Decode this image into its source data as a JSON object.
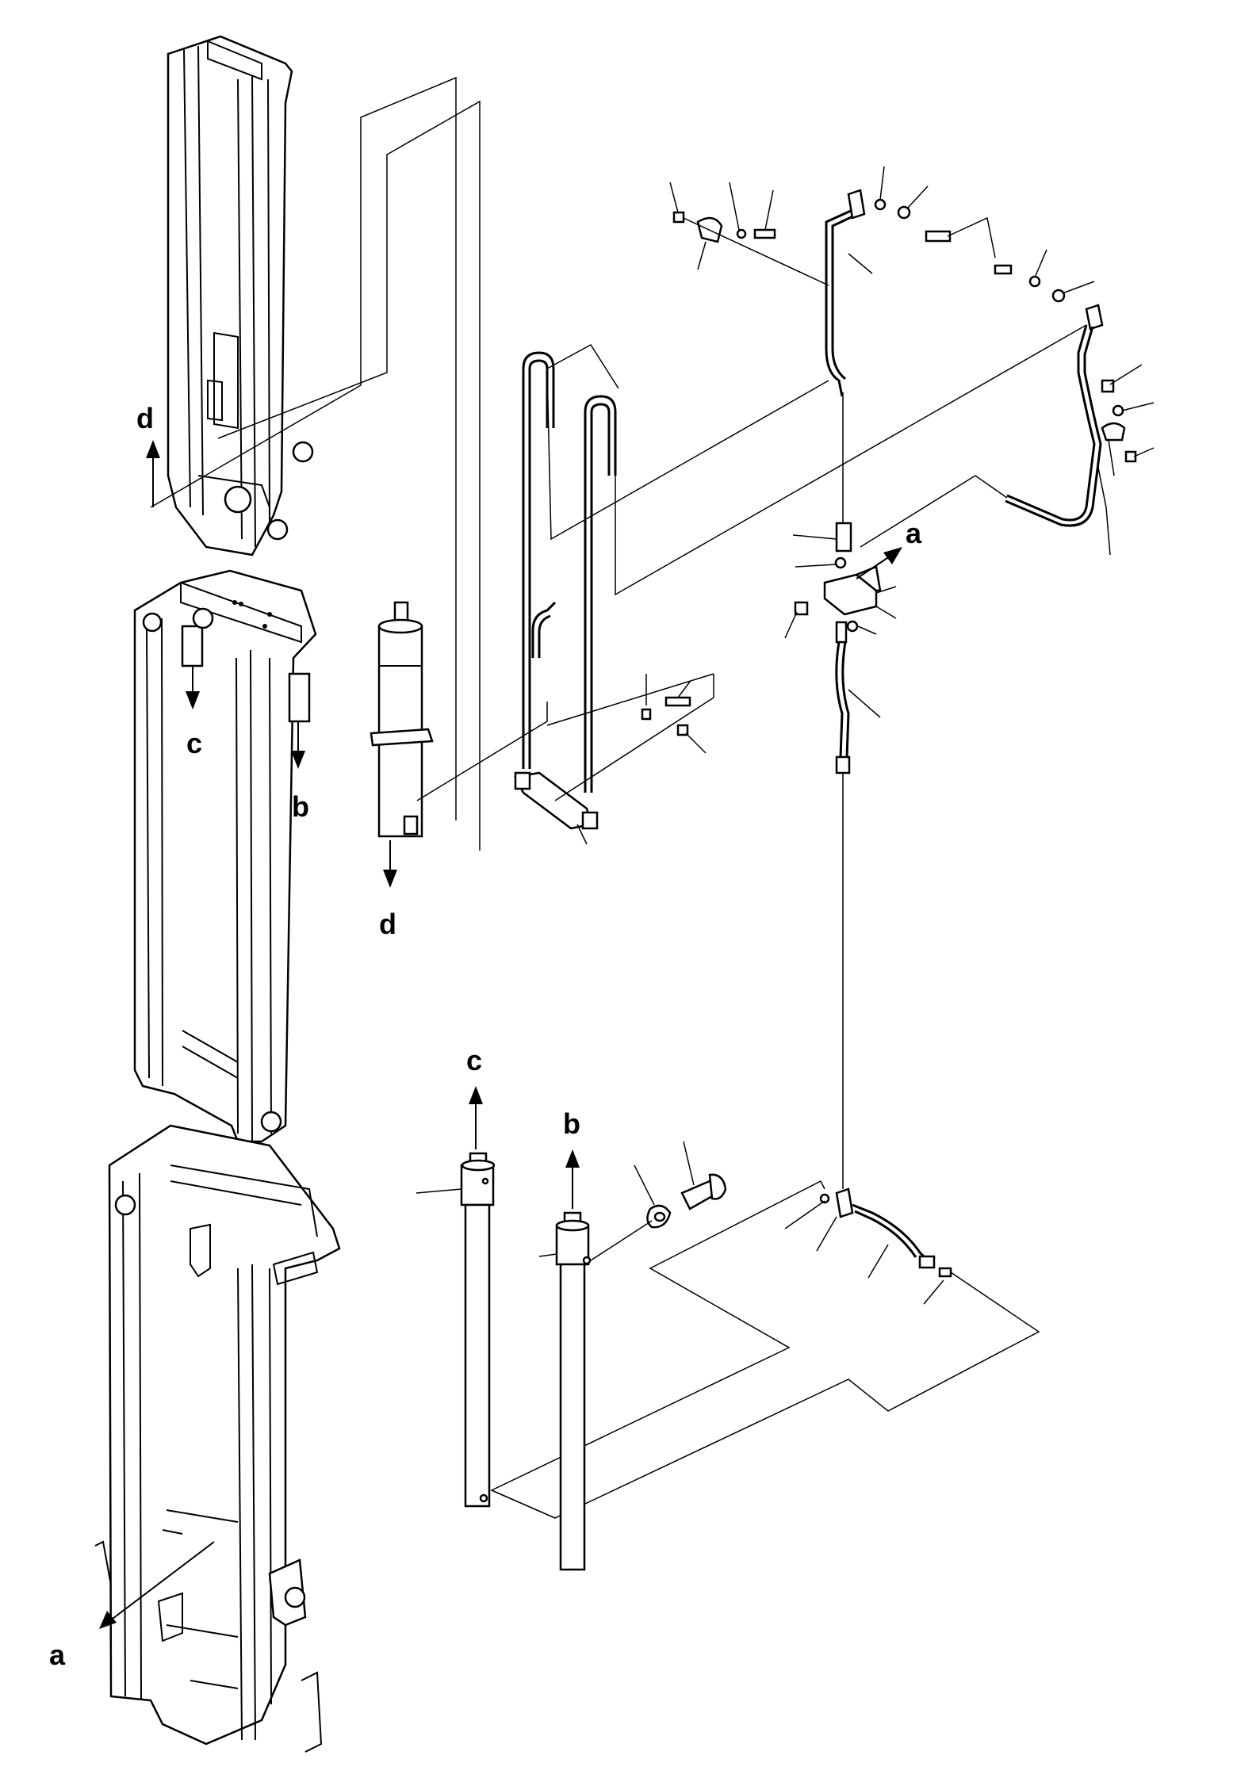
{
  "diagram": {
    "references": [
      {
        "id": "ref-d-top",
        "letter": "d"
      },
      {
        "id": "ref-c-top",
        "letter": "c"
      },
      {
        "id": "ref-b-top",
        "letter": "b"
      },
      {
        "id": "ref-d-cyl",
        "letter": "d"
      },
      {
        "id": "ref-a-block",
        "letter": "a"
      },
      {
        "id": "ref-c-lower",
        "letter": "c"
      },
      {
        "id": "ref-b-lower",
        "letter": "b"
      },
      {
        "id": "ref-a-mast",
        "letter": "a"
      }
    ]
  }
}
